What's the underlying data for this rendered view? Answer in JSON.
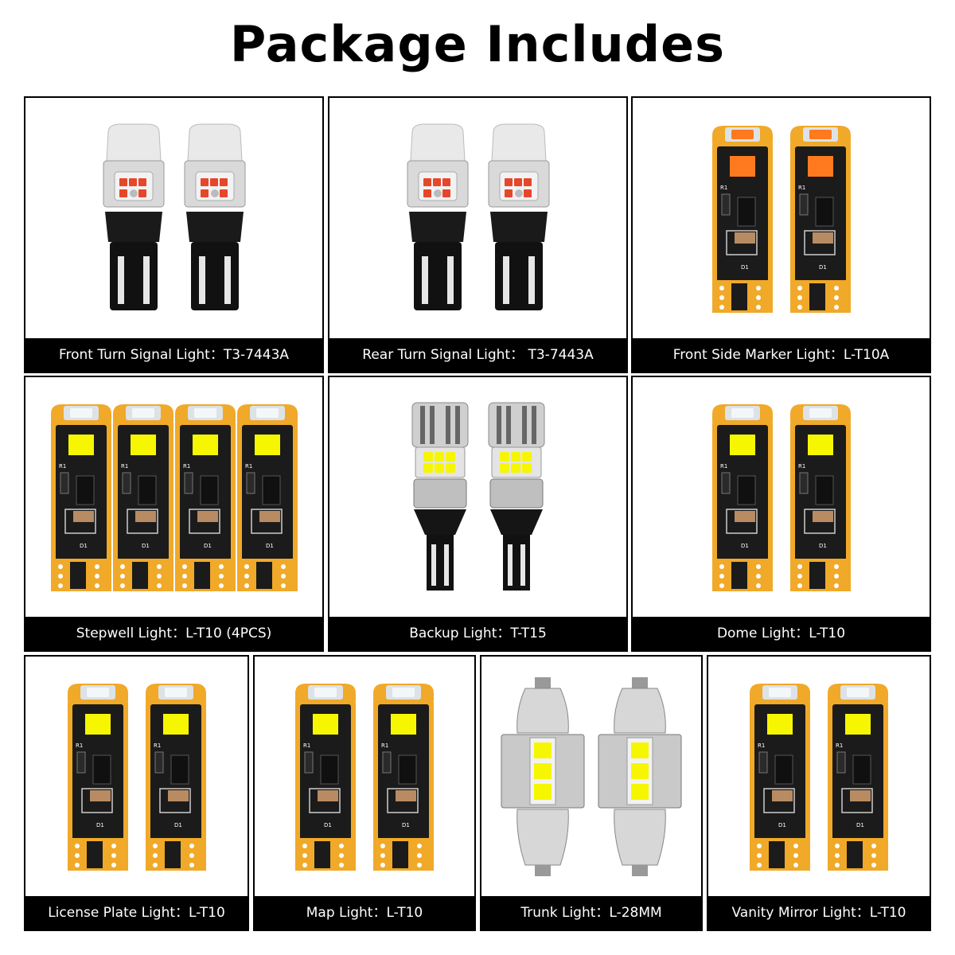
{
  "title": "Package Includes",
  "colors": {
    "pcb": "#f0a929",
    "pcb_dark": "#1b1b1b",
    "led_white": "#f6f600",
    "led_orange": "#ff7a1e",
    "led_red": "#e6462a",
    "caption_bg": "#000000",
    "caption_text": "#ffffff"
  },
  "items": [
    {
      "id": "front-turn",
      "caption": "Front Turn Signal Light：T3-7443A",
      "bulb": "7443",
      "led": "red",
      "count": 2
    },
    {
      "id": "rear-turn",
      "caption": "Rear Turn Signal Light： T3-7443A",
      "bulb": "7443",
      "led": "red",
      "count": 2
    },
    {
      "id": "front-side-marker",
      "caption": "Front Side Marker Light：L-T10A",
      "bulb": "t10",
      "led": "orange",
      "count": 2
    },
    {
      "id": "stepwell",
      "caption": "Stepwell Light：L-T10 (4PCS)",
      "bulb": "t10",
      "led": "white",
      "count": 4
    },
    {
      "id": "backup",
      "caption": "Backup Light：T-T15",
      "bulb": "t15",
      "led": "white",
      "count": 2
    },
    {
      "id": "dome",
      "caption": "Dome Light：L-T10",
      "bulb": "t10",
      "led": "white",
      "count": 2
    },
    {
      "id": "license-plate",
      "caption": "License Plate Light：L-T10",
      "bulb": "t10",
      "led": "white",
      "count": 2
    },
    {
      "id": "map",
      "caption": "Map Light：L-T10",
      "bulb": "t10",
      "led": "white",
      "count": 2
    },
    {
      "id": "trunk",
      "caption": "Trunk Light：L-28MM",
      "bulb": "festoon",
      "led": "white",
      "count": 2
    },
    {
      "id": "vanity-mirror",
      "caption": "Vanity Mirror Light：L-T10",
      "bulb": "t10",
      "led": "white",
      "count": 2
    }
  ]
}
